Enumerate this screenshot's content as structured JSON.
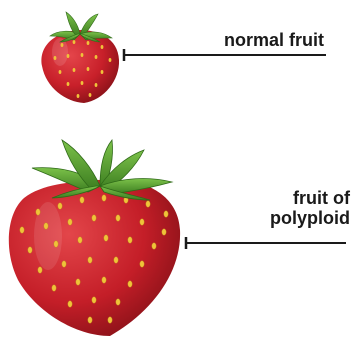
{
  "labels": {
    "normal": "normal fruit",
    "polyploid_line1": "fruit of",
    "polyploid_line2": "polyploid"
  },
  "objects": [
    {
      "name": "normal strawberry",
      "icon": "strawberry-small"
    },
    {
      "name": "polyploid strawberry",
      "icon": "strawberry-large"
    }
  ],
  "colors": {
    "berry": "#c8202a",
    "berry_dark": "#8e1218",
    "leaf": "#4f9a2a",
    "seed": "#f0c23a",
    "line": "#1a1a1a"
  }
}
